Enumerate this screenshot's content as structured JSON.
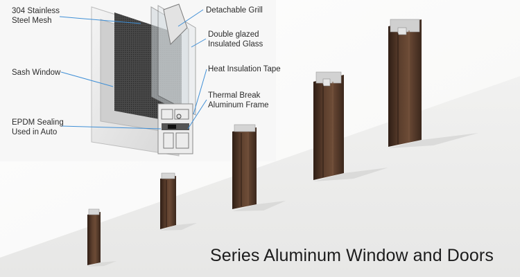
{
  "callouts": {
    "mesh": [
      "304 Stainless",
      "Steel Mesh"
    ],
    "sash": "Sash Window",
    "epdm": [
      "EPDM Sealing",
      "Used in Auto"
    ],
    "grill": "Detachable Grill",
    "glass": [
      "Double glazed",
      "Insulated Glass"
    ],
    "tape": "Heat Insulation Tape",
    "frame": [
      "Thermal Break",
      "Aluminum Frame"
    ]
  },
  "caption": "Series Aluminum Window and Doors",
  "colors": {
    "profile_bronze": "#4a3226",
    "profile_light": "#6a4a36",
    "floor": "#ececea",
    "frame_white": "#e9e9e9",
    "mesh_dark": "#3a3a3a",
    "leader_blue": "#3f8fd6"
  }
}
